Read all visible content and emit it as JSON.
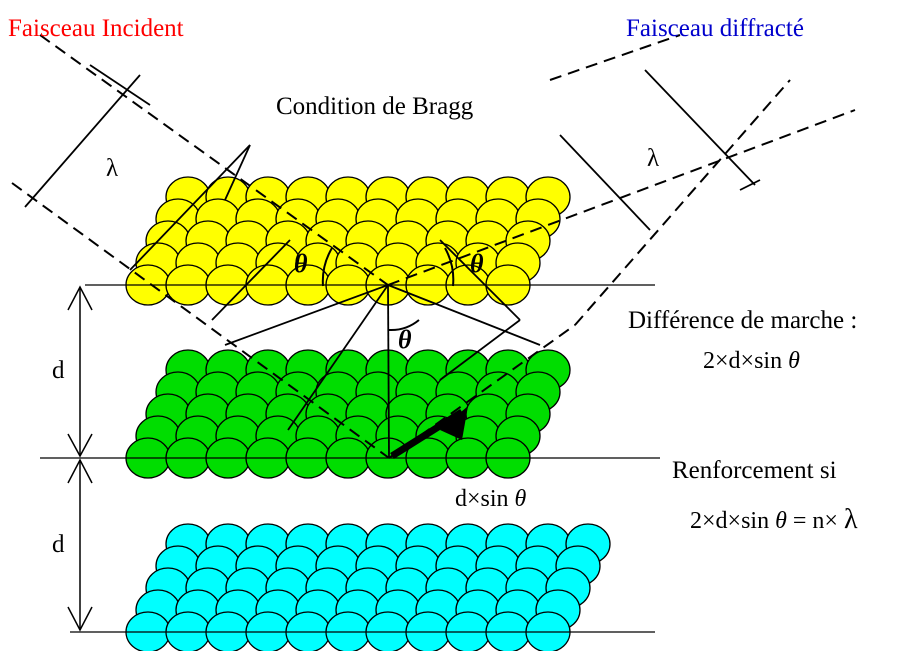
{
  "labels": {
    "incident": "Faisceau Incident",
    "diffracted": "Faisceau diffracté",
    "title": "Condition de Bragg",
    "lambda_left": "λ",
    "lambda_right": "λ",
    "theta_left": "θ",
    "theta_right": "θ",
    "theta_center": "θ",
    "d_top": "d",
    "d_bottom": "d",
    "path_diff_title": "Différence de marche :",
    "path_diff_formula_a": "2×d×sin ",
    "path_diff_formula_theta": "θ",
    "dsin_a": "d×sin ",
    "dsin_theta": "θ",
    "reinforce_title": "Renforcement si",
    "reinforce_formula_a": "2×d×sin ",
    "reinforce_formula_theta": "θ",
    "reinforce_formula_b": " = n× ",
    "reinforce_formula_lambda": "λ"
  },
  "layers": [
    {
      "name": "top",
      "color": "#ffff00"
    },
    {
      "name": "middle",
      "color": "#00dd00"
    },
    {
      "name": "bottom",
      "color": "#00ffff"
    }
  ],
  "colors": {
    "incident_label": "#ff0000",
    "diffracted_label": "#0000cc",
    "outline": "#000000"
  }
}
